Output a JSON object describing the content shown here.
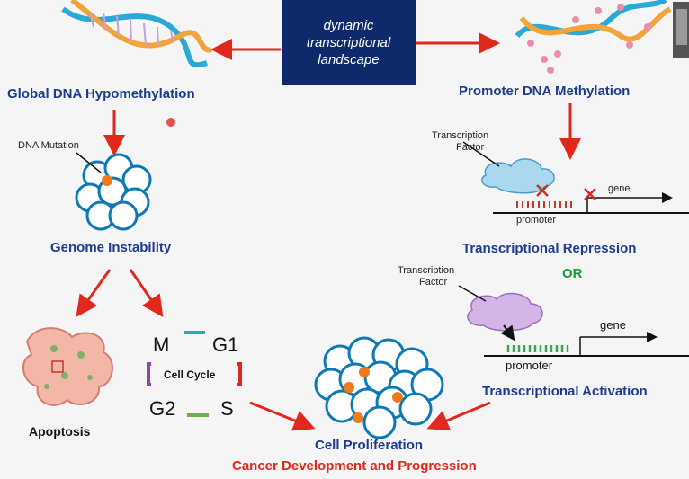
{
  "header": {
    "line1": "dynamic",
    "line2": "transcriptional",
    "line3": "landscape"
  },
  "left": {
    "hypomethylation": "Global DNA Hypomethylation",
    "dna_mutation": "DNA Mutation",
    "genome_instability": "Genome Instability",
    "apoptosis": "Apoptosis",
    "cell_cycle": {
      "title": "Cell Cycle",
      "m": "M",
      "g1": "G1",
      "g2": "G2",
      "s": "S"
    }
  },
  "right": {
    "promoter_methylation": "Promoter DNA Methylation",
    "tf1_line1": "Transcription",
    "tf1_line2": "Factor",
    "gene1": "gene",
    "promoter1": "promoter",
    "repression": "Transcriptional Repression",
    "or": "OR",
    "tf2_line1": "Transcription",
    "tf2_line2": "Factor",
    "gene2": "gene",
    "promoter2": "promoter",
    "activation": "Transcriptional Activation"
  },
  "bottom": {
    "cell_proliferation": "Cell Proliferation",
    "cancer": "Cancer Development and Progression"
  },
  "colors": {
    "arrow": "#e0281c",
    "title_blue": "#1f3b8f",
    "box": "#0f2a6b",
    "or_green": "#1a9a3a",
    "cancer_red": "#e0281c"
  }
}
